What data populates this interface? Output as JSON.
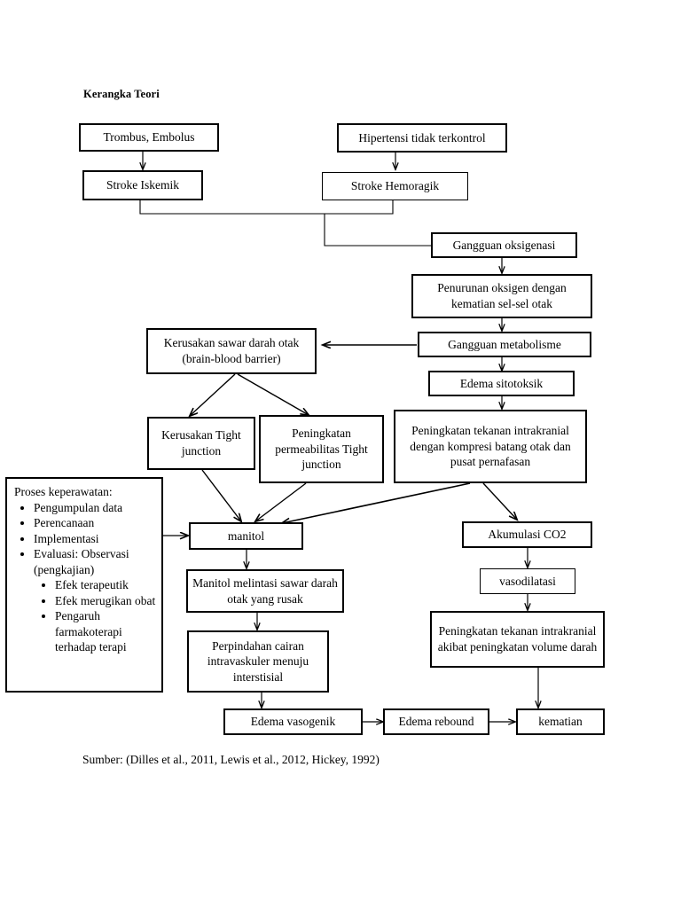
{
  "title": "Kerangka Teori",
  "caption": "Sumber: (Dilles et al., 2011, Lewis et al., 2012, Hickey, 1992)",
  "nodes": {
    "trombus": "Trombus, Embolus",
    "hipertensi": "Hipertensi tidak terkontrol",
    "stroke_iskemik": "Stroke Iskemik",
    "stroke_hemoragik": "Stroke Hemoragik",
    "gangguan_oksigenasi": "Gangguan oksigenasi",
    "penurunan_oksigen": "Penurunan oksigen dengan kematian sel-sel otak",
    "kerusakan_sawar": "Kerusakan sawar darah otak (brain-blood barrier)",
    "gangguan_metabolisme": "Gangguan metabolisme",
    "edema_sitotoksik": "Edema sitotoksik",
    "kerusakan_tight": "Kerusakan Tight junction",
    "peningkatan_permeabilitas": "Peningkatan permeabilitas Tight junction",
    "peningkatan_tik_kompresi": "Peningkatan tekanan intrakranial dengan kompresi batang otak dan pusat pernafasan",
    "manitol": "manitol",
    "akumulasi_co2": "Akumulasi CO2",
    "manitol_melintasi": "Manitol melintasi sawar darah otak yang rusak",
    "vasodilatasi": "vasodilatasi",
    "perpindahan_cairan": "Perpindahan cairan intravaskuler menuju interstisial",
    "peningkatan_tik_volume": "Peningkatan tekanan intrakranial akibat peningkatan volume darah",
    "edema_vasogenik": "Edema vasogenik",
    "edema_rebound": "Edema rebound",
    "kematian": "kematian"
  },
  "proses_keperawatan": {
    "lead": "Proses keperawatan:",
    "items": [
      "Pengumpulan data",
      "Perencanaan",
      "Implementasi",
      "Evaluasi: Observasi (pengkajian)"
    ],
    "subitems": [
      "Efek terapeutik",
      "Efek merugikan obat",
      "Pengaruh farmakoterapi terhadap terapi"
    ]
  },
  "colors": {
    "stroke": "#000000",
    "background": "#ffffff"
  }
}
